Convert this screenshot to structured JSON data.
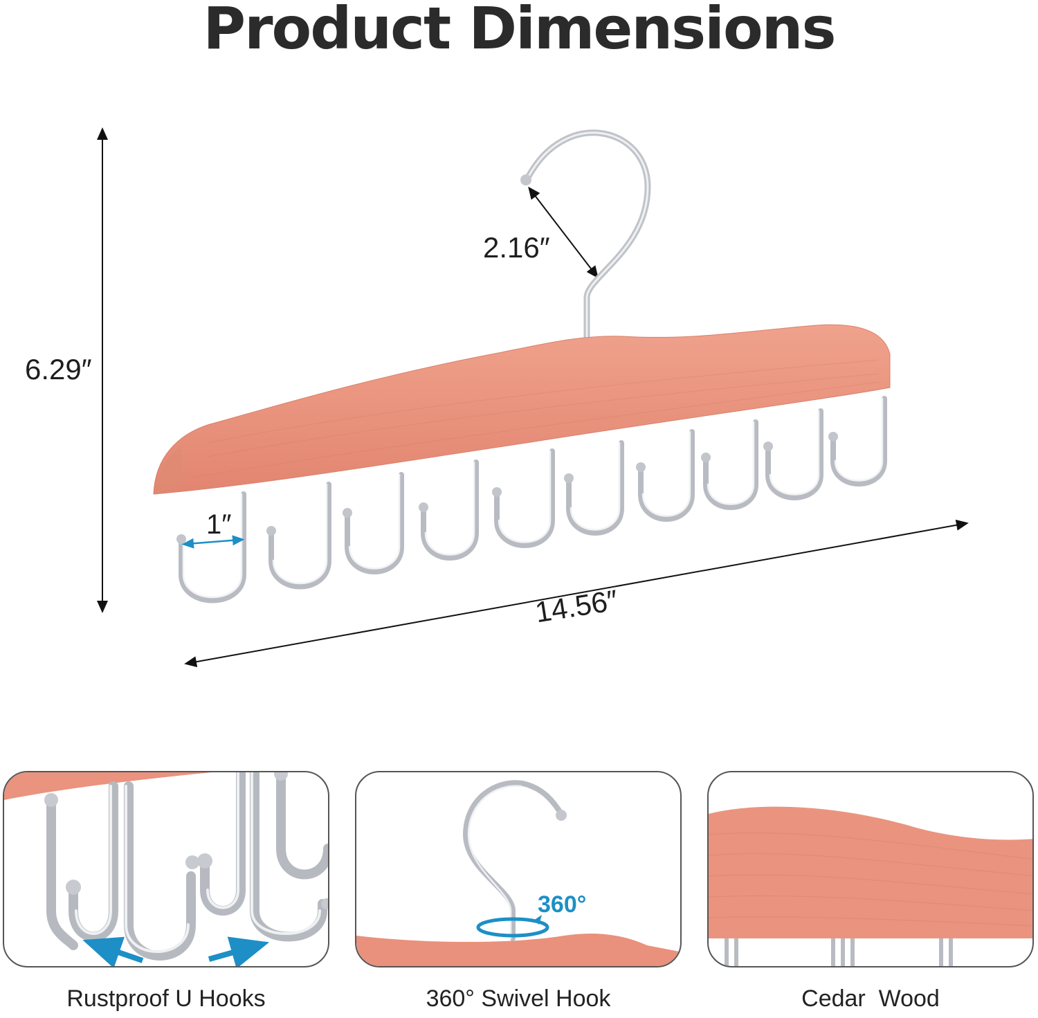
{
  "title": "Product Dimensions",
  "dimensions": {
    "height": "6.29″",
    "hook_opening": "2.16″",
    "hook_gap": "1″",
    "width": "14.56″"
  },
  "features": [
    {
      "caption": "Rustproof U Hooks"
    },
    {
      "caption": "360° Swivel Hook",
      "badge": "360°"
    },
    {
      "caption": "Cedar  Wood"
    }
  ],
  "colors": {
    "wood": "#e8907a",
    "metal": "#c9ccd1",
    "accent": "#1d8fc6",
    "text": "#2b2b2b"
  }
}
